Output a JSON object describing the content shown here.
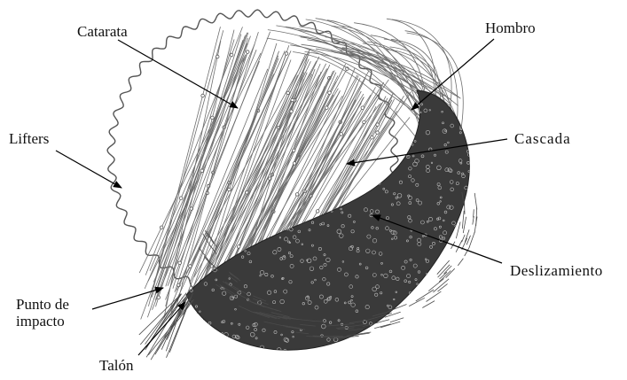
{
  "diagram": {
    "labels": {
      "catarata": "Catarata",
      "hombro": "Hombro",
      "lifters": "Lifters",
      "cascada": "Cascada",
      "deslizamiento": "Deslizamiento",
      "punto_de_impacto_line1": "Punto de",
      "punto_de_impacto_line2": "impacto",
      "talon": "Talón"
    },
    "colors": {
      "mill_outline": "#555555",
      "trajectory": "#6e6e6e",
      "charge": "#2a2a2a",
      "arrow": "#000000"
    }
  }
}
